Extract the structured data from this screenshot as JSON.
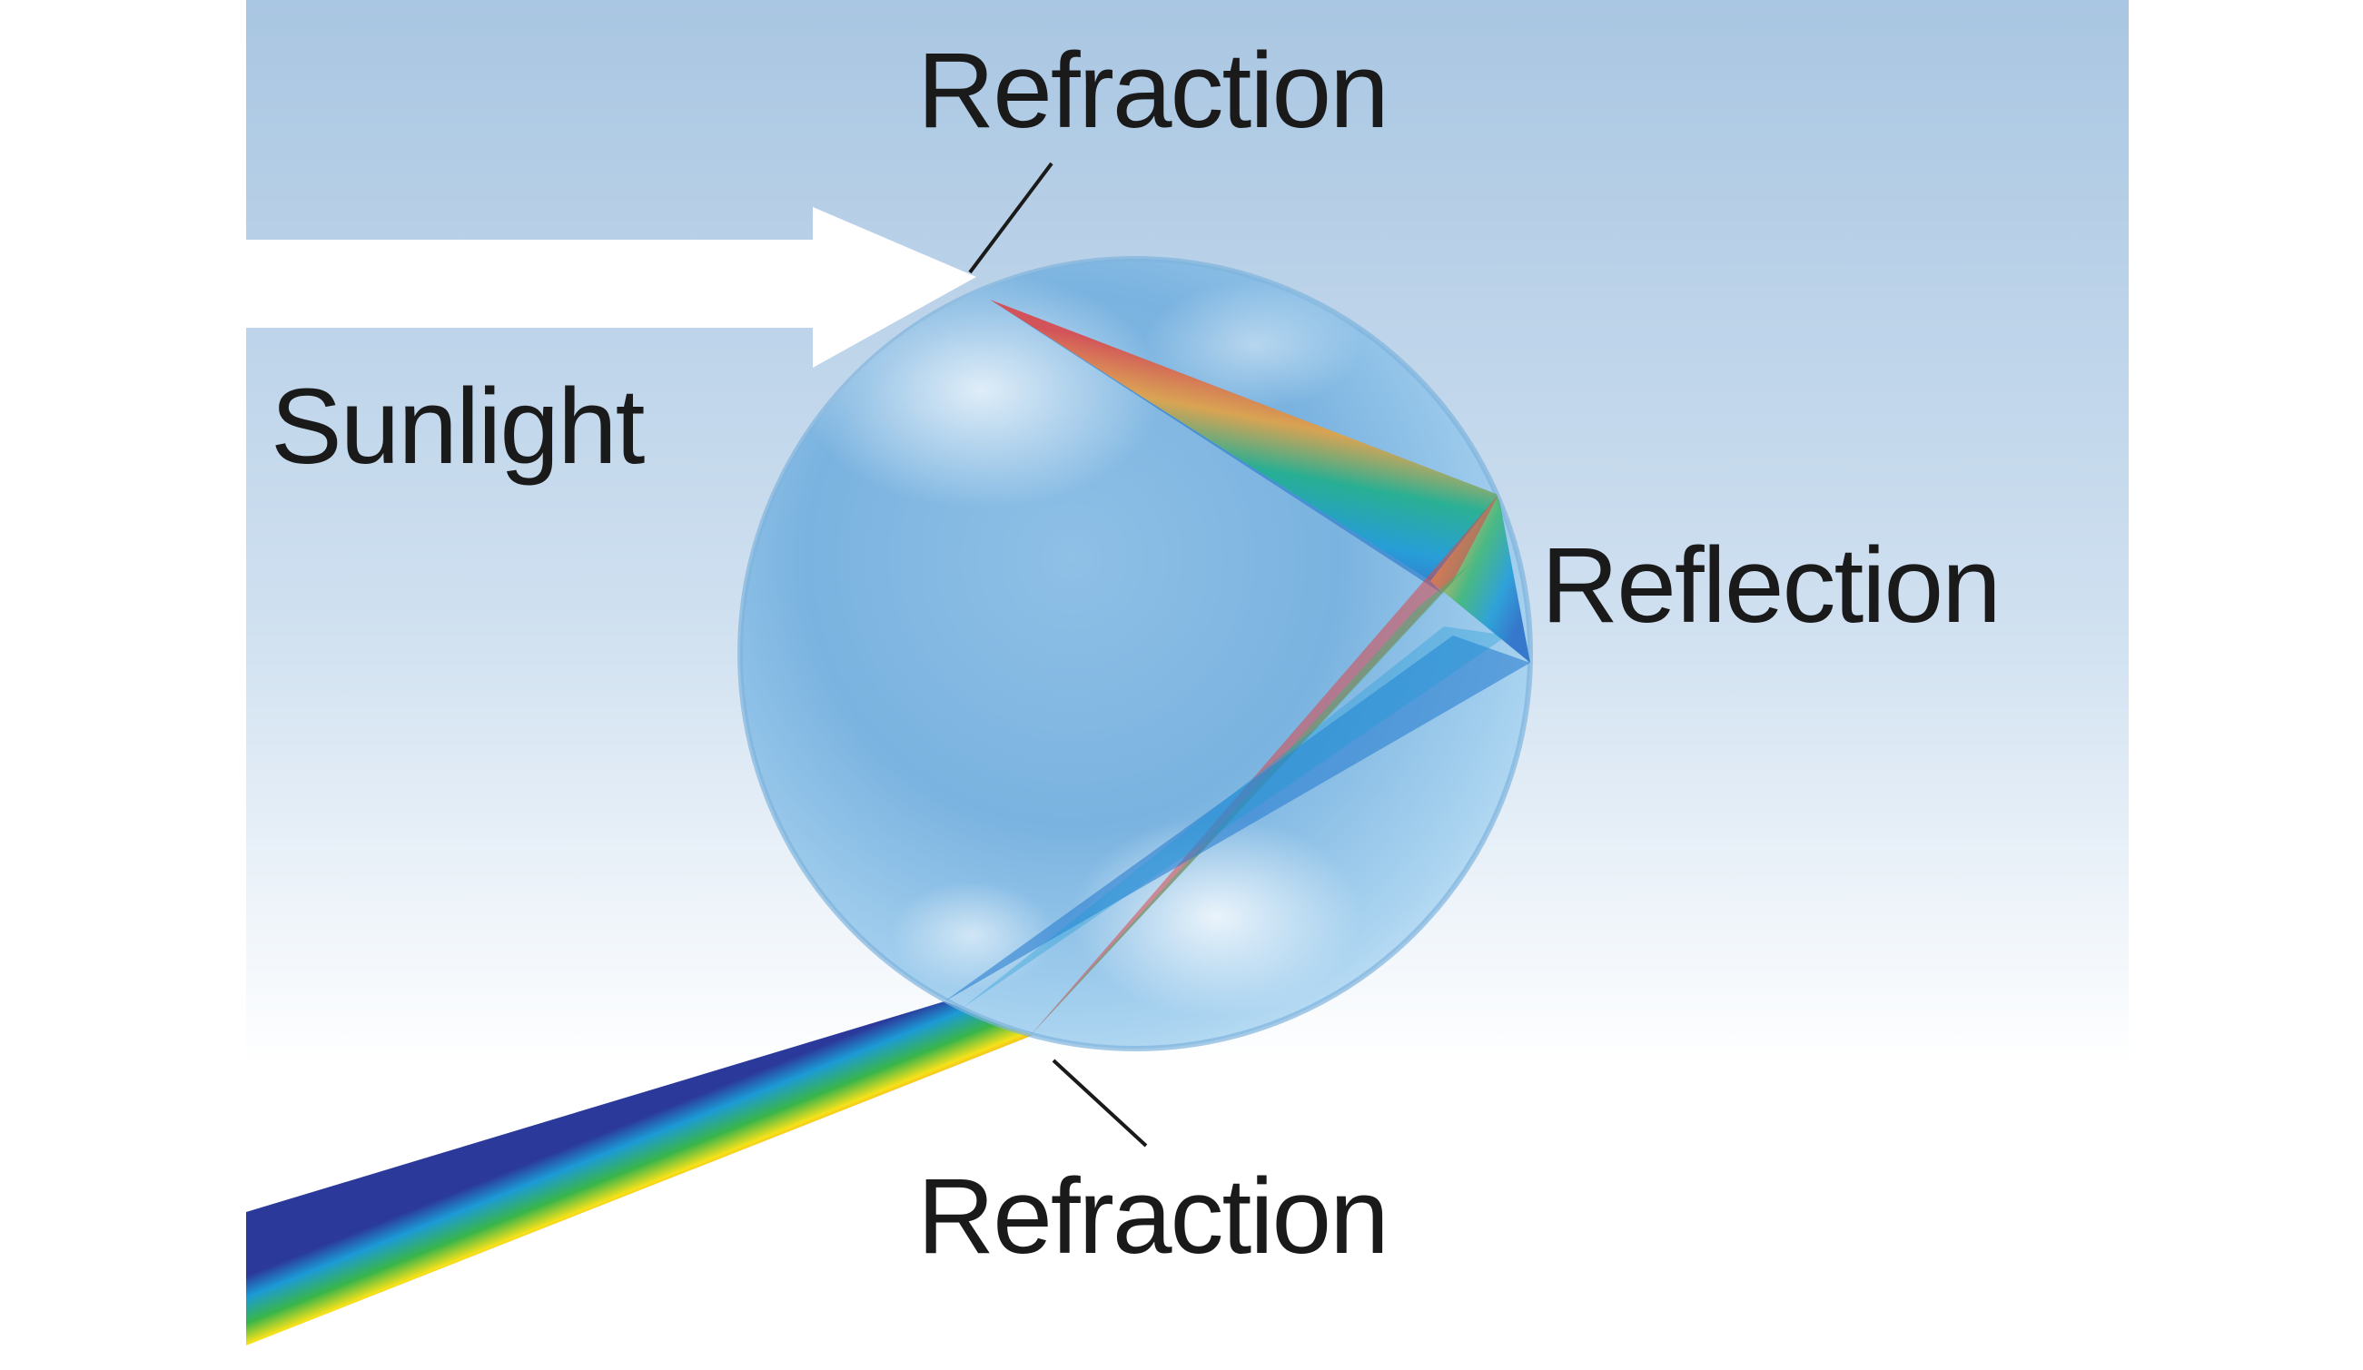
{
  "labels": {
    "sunlight": "Sunlight",
    "refraction_top": "Refraction",
    "reflection": "Reflection",
    "refraction_bottom": "Refraction"
  },
  "colors": {
    "sky_top": "#a9c6e2",
    "sky_bottom": "#ffffff",
    "droplet_light": "#d8ecf9",
    "droplet_dark": "#5f9fd4",
    "droplet_rim": "#7fb3dd",
    "arrow": "#ffffff",
    "text": "#1a1a1a",
    "spectrum": [
      "#d81f1f",
      "#f07a17",
      "#f6e21a",
      "#39b54a",
      "#1c9ad6",
      "#2b3a9a"
    ]
  },
  "icons": {
    "sunlight_arrow": "arrow-right-icon"
  }
}
